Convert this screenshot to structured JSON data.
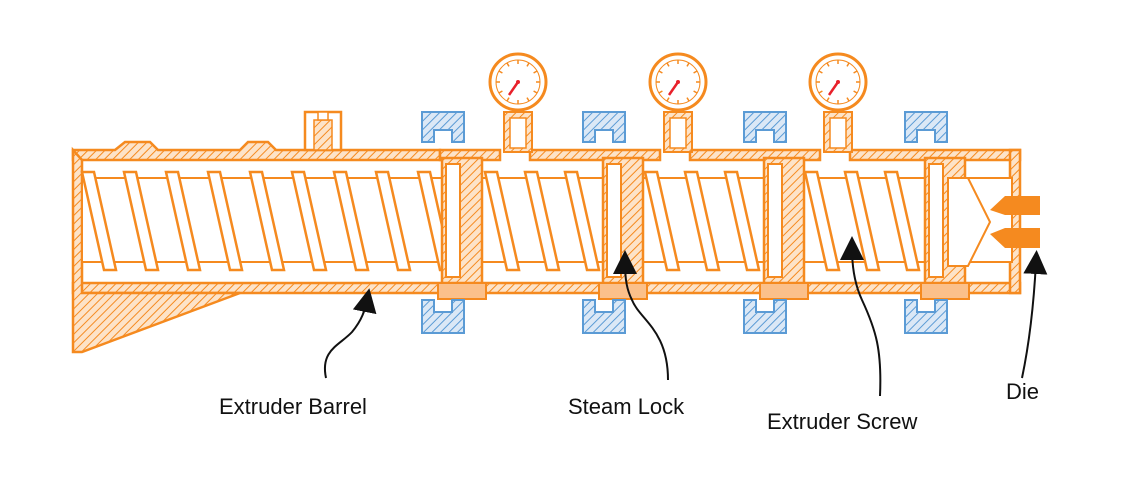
{
  "labels": {
    "barrel": "Extruder Barrel",
    "steam_lock": "Steam Lock",
    "screw": "Extruder Screw",
    "die": "Die"
  },
  "colors": {
    "orange": "#f58a1f",
    "orange_light": "#fbc08a",
    "blue": "#5b9bd5",
    "blue_light": "#a9c8ea",
    "gauge_red": "#e8202a",
    "text": "#111111"
  },
  "icons": {
    "gauge": "pressure-gauge-icon",
    "arrow": "arrow-pointer-icon"
  },
  "gauge_count": 3
}
